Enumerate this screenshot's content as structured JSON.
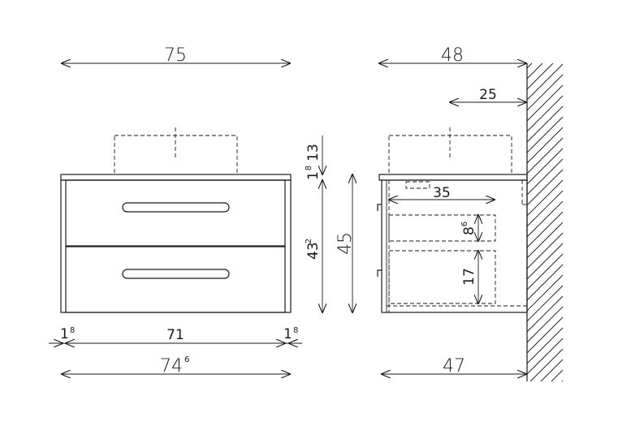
{
  "front_view": {
    "overall_width": "75",
    "side_left": "1",
    "side_left_sup": "8",
    "inner_width": "71",
    "side_right": "1",
    "side_right_sup": "8",
    "bottom_width": "74",
    "bottom_width_sup": "6",
    "top_thickness": "1",
    "top_thickness_sup": "8",
    "basin_height": "13",
    "cabinet_height": "43",
    "cabinet_height_sup": "2",
    "total_height": "45"
  },
  "side_view": {
    "overall_depth": "48",
    "basin_offset": "25",
    "inner_depth": "35",
    "drawer_top_height": "8",
    "drawer_top_height_sup": "6",
    "drawer_bottom_height": "17",
    "bottom_depth": "47"
  }
}
